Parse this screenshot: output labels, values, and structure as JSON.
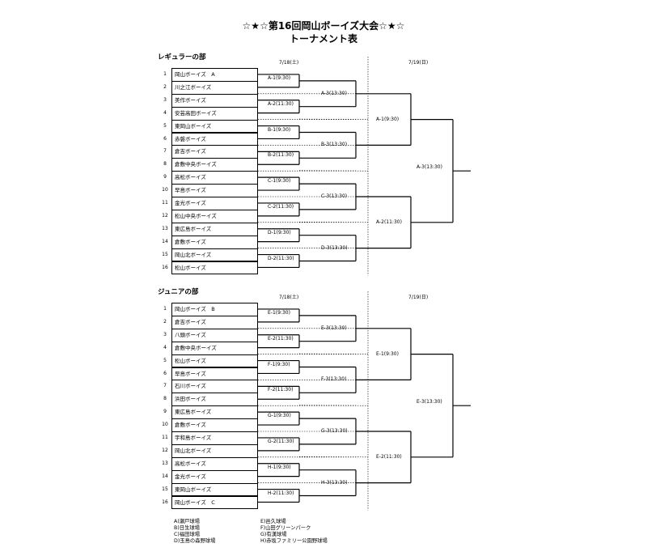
{
  "title_line1": "☆★☆第16回岡山ボーイズ大会☆★☆",
  "title_line2": "トーナメント表",
  "sections": [
    {
      "heading": "レギュラーの部",
      "date1": "7/18(土)",
      "date2": "7/19(日)",
      "teams": [
        "岡山ボーイズ　A",
        "川之江ボーイズ",
        "美作ボーイズ",
        "安芸高田ボーイズ",
        "東岡山ボーイズ",
        "赤磐ボーイズ",
        "倉吉ボーイズ",
        "倉敷中央ボーイズ",
        "高松ボーイズ",
        "早島ボーイズ",
        "金光ボーイズ",
        "松山中央ボーイズ",
        "東広島ボーイズ",
        "倉敷ボーイズ",
        "岡山北ボーイズ",
        "松山ボーイズ"
      ],
      "round1": [
        "A-1(9:30)",
        "A-2(11:30)",
        "B-1(9:30)",
        "B-2(11:30)",
        "C-1(9:30)",
        "C-2(11:30)",
        "D-1(9:30)",
        "D-2(11:30)"
      ],
      "round2": [
        "A-3(13:30)",
        "B-3(13:30)",
        "C-3(13:30)",
        "D-3(13:30)"
      ],
      "round3": [
        "A-1(9:30)",
        "A-2(11:30)"
      ],
      "final": "A-3(13:30)"
    },
    {
      "heading": "ジュニアの部",
      "date1": "7/18(土)",
      "date2": "7/19(日)",
      "teams": [
        "岡山ボーイズ　B",
        "倉吉ボーイズ",
        "八頭ボーイズ",
        "倉敷中央ボーイズ",
        "松山ボーイズ",
        "早島ボーイズ",
        "石川ボーイズ",
        "浜田ボーイズ",
        "東広島ボーイズ",
        "倉敷ボーイズ",
        "宇和島ボーイズ",
        "岡山北ボーイズ",
        "高松ボーイズ",
        "金光ボーイズ",
        "東岡山ボーイズ",
        "岡山ボーイズ　C"
      ],
      "round1": [
        "E-1(9:30)",
        "E-2(11:30)",
        "F-1(9:30)",
        "F-2(11:30)",
        "G-1(9:30)",
        "G-2(11:30)",
        "H-1(9:30)",
        "H-2(11:30)"
      ],
      "round2": [
        "E-3(13:30)",
        "F-3(13:30)",
        "G-3(13:30)",
        "H-3(13:30)"
      ],
      "round3": [
        "E-1(9:30)",
        "E-2(11:30)"
      ],
      "final": "E-3(13:30)"
    }
  ],
  "venues_left": [
    "A)瀬戸球場",
    "B)日生球場",
    "C)福田球場",
    "D)玉島の森野球場"
  ],
  "venues_right": [
    "E)邑久球場",
    "F)山田グリーンパーク",
    "G)有漢球場",
    "H)赤坂ファミリー公園野球場"
  ]
}
